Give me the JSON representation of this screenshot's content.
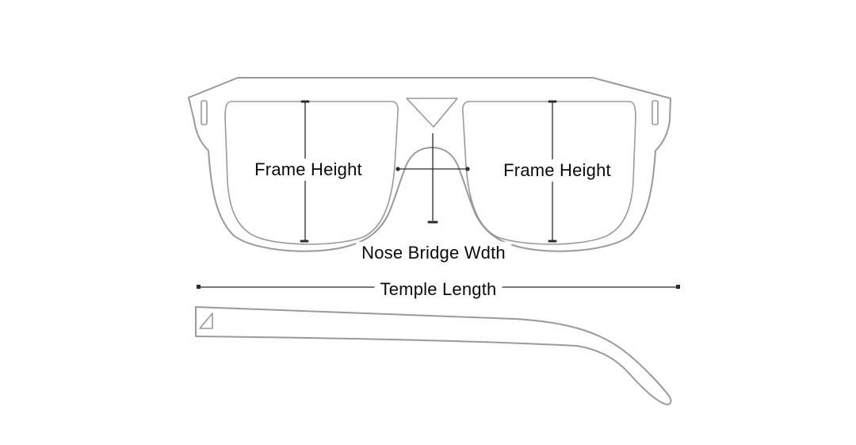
{
  "diagram": {
    "labels": {
      "frame_height_left": "Frame Height",
      "frame_height_right": "Frame Height",
      "nose_bridge_width": "Nose Bridge Wdth",
      "temple_length": "Temple Length"
    },
    "colors": {
      "background": "#ffffff",
      "frame-line": "#9a9a9a",
      "dimension-line": "#2b2b2b",
      "text": "#0a0a0a"
    }
  }
}
